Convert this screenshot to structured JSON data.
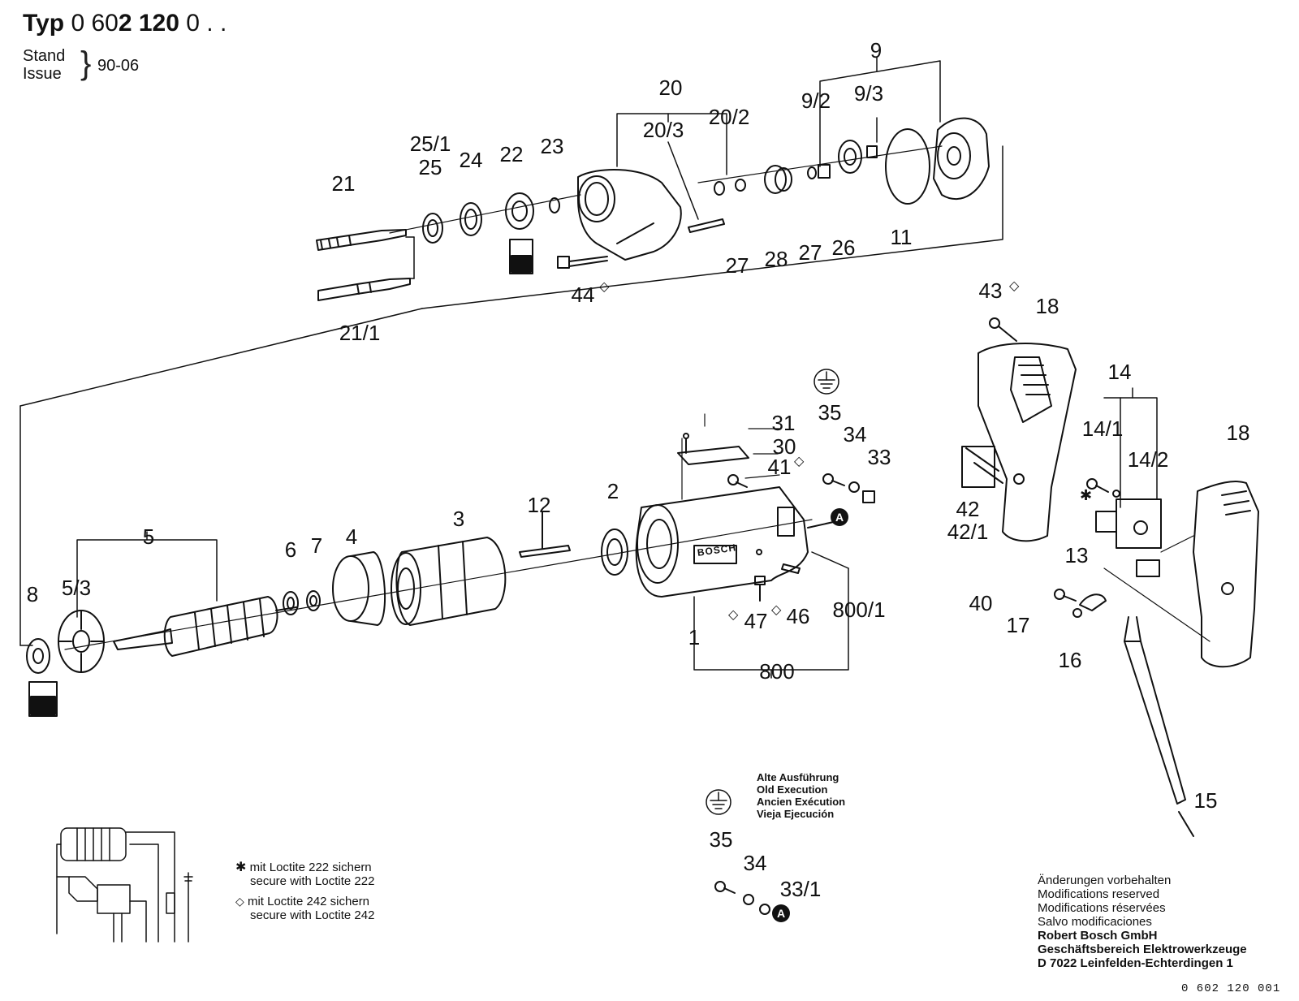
{
  "header": {
    "typ_label": "Typ",
    "typ_code_a": "0 60",
    "typ_code_b": "2 120",
    "typ_code_c": "0 . .",
    "stand_label": "Stand",
    "issue_label": "Issue",
    "date": "90-06"
  },
  "parts": [
    {
      "id": "p21",
      "text": "21"
    },
    {
      "id": "p21_1",
      "text": "21/1"
    },
    {
      "id": "p25_1",
      "text": "25/1"
    },
    {
      "id": "p25",
      "text": "25"
    },
    {
      "id": "p24",
      "text": "24"
    },
    {
      "id": "p22",
      "text": "22"
    },
    {
      "id": "p23",
      "text": "23"
    },
    {
      "id": "p44",
      "text": "44"
    },
    {
      "id": "p20",
      "text": "20"
    },
    {
      "id": "p20_3",
      "text": "20/3"
    },
    {
      "id": "p20_2",
      "text": "20/2"
    },
    {
      "id": "p27a",
      "text": "27"
    },
    {
      "id": "p28",
      "text": "28"
    },
    {
      "id": "p27b",
      "text": "27"
    },
    {
      "id": "p26",
      "text": "26"
    },
    {
      "id": "p9",
      "text": "9"
    },
    {
      "id": "p9_2",
      "text": "9/2"
    },
    {
      "id": "p9_3",
      "text": "9/3"
    },
    {
      "id": "p11",
      "text": "11"
    },
    {
      "id": "p43",
      "text": "43"
    },
    {
      "id": "p18a",
      "text": "18"
    },
    {
      "id": "p14",
      "text": "14"
    },
    {
      "id": "p14_1",
      "text": "14/1"
    },
    {
      "id": "p14_2",
      "text": "14/2"
    },
    {
      "id": "p18b",
      "text": "18"
    },
    {
      "id": "p42",
      "text": "42"
    },
    {
      "id": "p42_1",
      "text": "42/1"
    },
    {
      "id": "p13",
      "text": "13"
    },
    {
      "id": "p40",
      "text": "40"
    },
    {
      "id": "p17",
      "text": "17"
    },
    {
      "id": "p16",
      "text": "16"
    },
    {
      "id": "p15",
      "text": "15"
    },
    {
      "id": "p35",
      "text": "35"
    },
    {
      "id": "p34",
      "text": "34"
    },
    {
      "id": "p33",
      "text": "33"
    },
    {
      "id": "p31",
      "text": "31"
    },
    {
      "id": "p30",
      "text": "30"
    },
    {
      "id": "p41",
      "text": "41"
    },
    {
      "id": "p2",
      "text": "2"
    },
    {
      "id": "p12",
      "text": "12"
    },
    {
      "id": "p3",
      "text": "3"
    },
    {
      "id": "p4",
      "text": "4"
    },
    {
      "id": "p7",
      "text": "7"
    },
    {
      "id": "p6",
      "text": "6"
    },
    {
      "id": "p5",
      "text": "5"
    },
    {
      "id": "p5_3",
      "text": "5/3"
    },
    {
      "id": "p8",
      "text": "8"
    },
    {
      "id": "p1",
      "text": "1"
    },
    {
      "id": "p47",
      "text": "47"
    },
    {
      "id": "p46",
      "text": "46"
    },
    {
      "id": "p800_1",
      "text": "800/1"
    },
    {
      "id": "p800",
      "text": "800"
    },
    {
      "id": "p35b",
      "text": "35"
    },
    {
      "id": "p34b",
      "text": "34"
    },
    {
      "id": "p33_1",
      "text": "33/1"
    }
  ],
  "housing_brand": "BOSCH",
  "connector_marker": "A",
  "old_execution": {
    "line1": "Alte Ausführung",
    "line2": "Old Execution",
    "line3": "Ancien Exécution",
    "line4": "Vieja Ejecución"
  },
  "legend": {
    "loctite222_de": "mit Loctite 222 sichern",
    "loctite222_en": "secure with Loctite 222",
    "loctite242_de": "mit Loctite 242 sichern",
    "loctite242_en": "secure with Loctite 242",
    "star_symbol": "✱",
    "diamond_symbol": "◇"
  },
  "footer": {
    "line1": "Änderungen vorbehalten",
    "line2": "Modifications reserved",
    "line3": "Modifications réservées",
    "line4": "Salvo modificaciones",
    "company1": "Robert Bosch GmbH",
    "company2": "Geschäftsbereich Elektrowerkzeuge",
    "company3": "D 7022 Leinfelden-Echterdingen 1",
    "doc_code": "0 602 120 001"
  }
}
